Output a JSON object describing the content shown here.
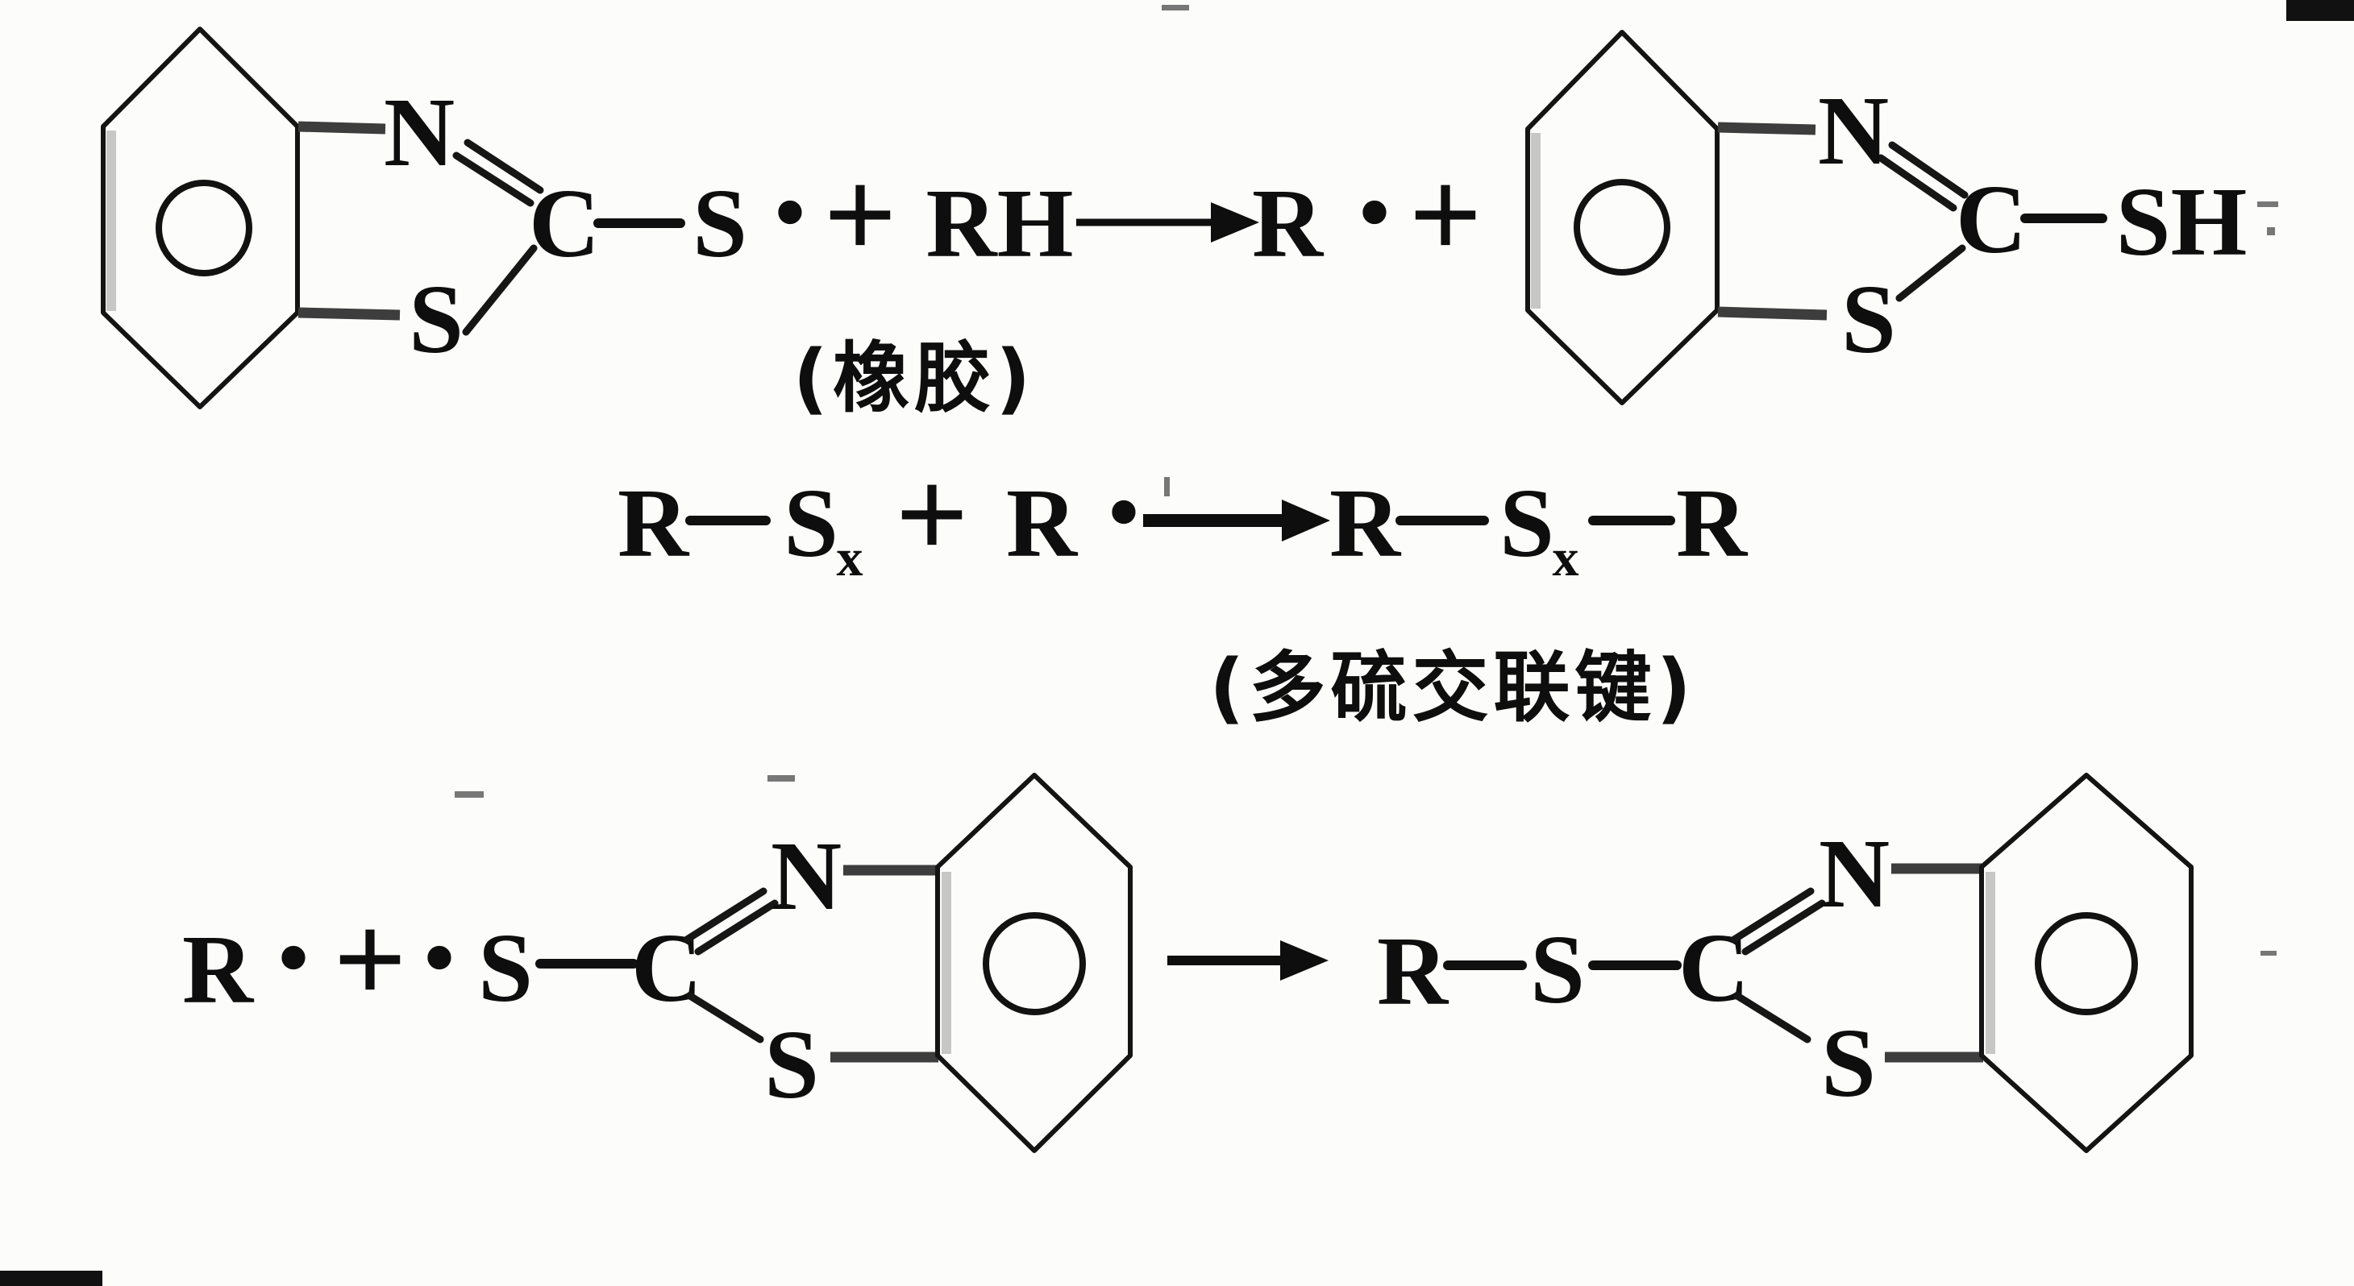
{
  "reaction_1": {
    "accelerator_radical": {
      "ring_n": "N",
      "ring_s": "S",
      "c2": "C",
      "exocyclic_s": "S",
      "radical_dot": "·"
    },
    "plus_1": "+",
    "rubber_hydrocarbon": "RH",
    "rubber_label": "(橡胶)",
    "alkyl_radical": "R",
    "alkyl_radical_dot": "·",
    "plus_2": "+",
    "accelerator_thiol": {
      "ring_n": "N",
      "ring_s": "S",
      "c2": "C",
      "thiol_sh": "SH"
    }
  },
  "reaction_2": {
    "reactant_r1": "R",
    "polysulfide_s": "S",
    "polysulfide_sub": "x",
    "plus": "+",
    "reactant_r2": "R",
    "radical_dot": "·",
    "product_r1": "R",
    "product_s": "S",
    "product_sub": "x",
    "product_r2": "R",
    "crosslink_label": "(多硫交联键)"
  },
  "reaction_3": {
    "alkyl_r": "R",
    "alkyl_dot": "·",
    "plus": "+",
    "thiyl_dot": "·",
    "thiyl_s": "S",
    "c2": "C",
    "left_ring": {
      "ring_n": "N",
      "ring_s": "S"
    },
    "product_r": "R",
    "product_s": "S",
    "product_c": "C",
    "right_ring": {
      "ring_n": "N",
      "ring_s": "S"
    }
  }
}
